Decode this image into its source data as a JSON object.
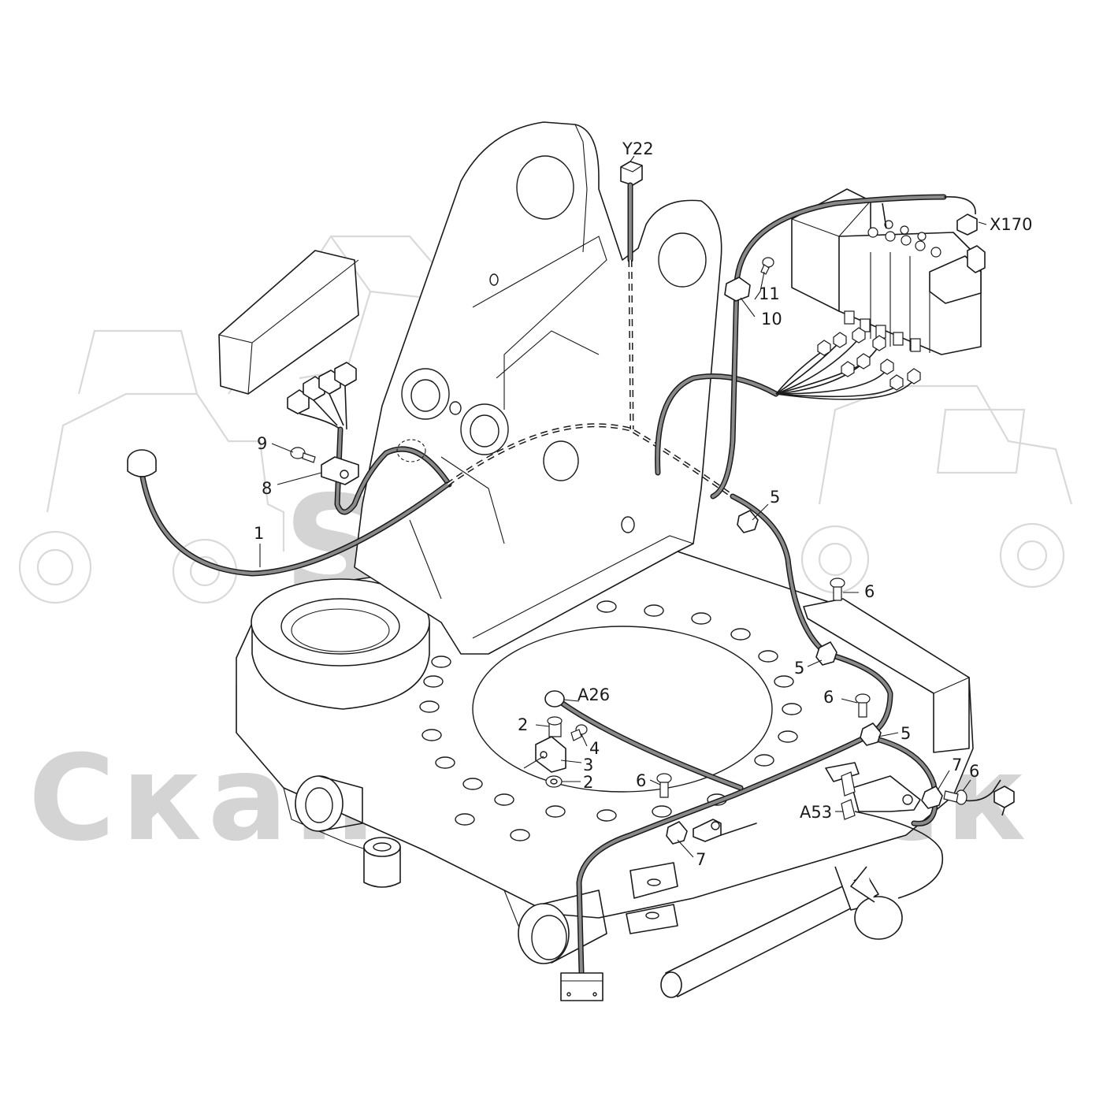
{
  "callouts": {
    "y22": "Y22",
    "x170": "X170",
    "a26": "A26",
    "a53": "A53",
    "n1": "1",
    "n2": "2",
    "n3": "3",
    "n4": "4",
    "n5": "5",
    "n6": "6",
    "n7": "7",
    "n8": "8",
    "n9": "9",
    "n10": "10",
    "n11": "11"
  },
  "watermark": {
    "brand": "SFT",
    "company": "Скан-форт-ск"
  }
}
